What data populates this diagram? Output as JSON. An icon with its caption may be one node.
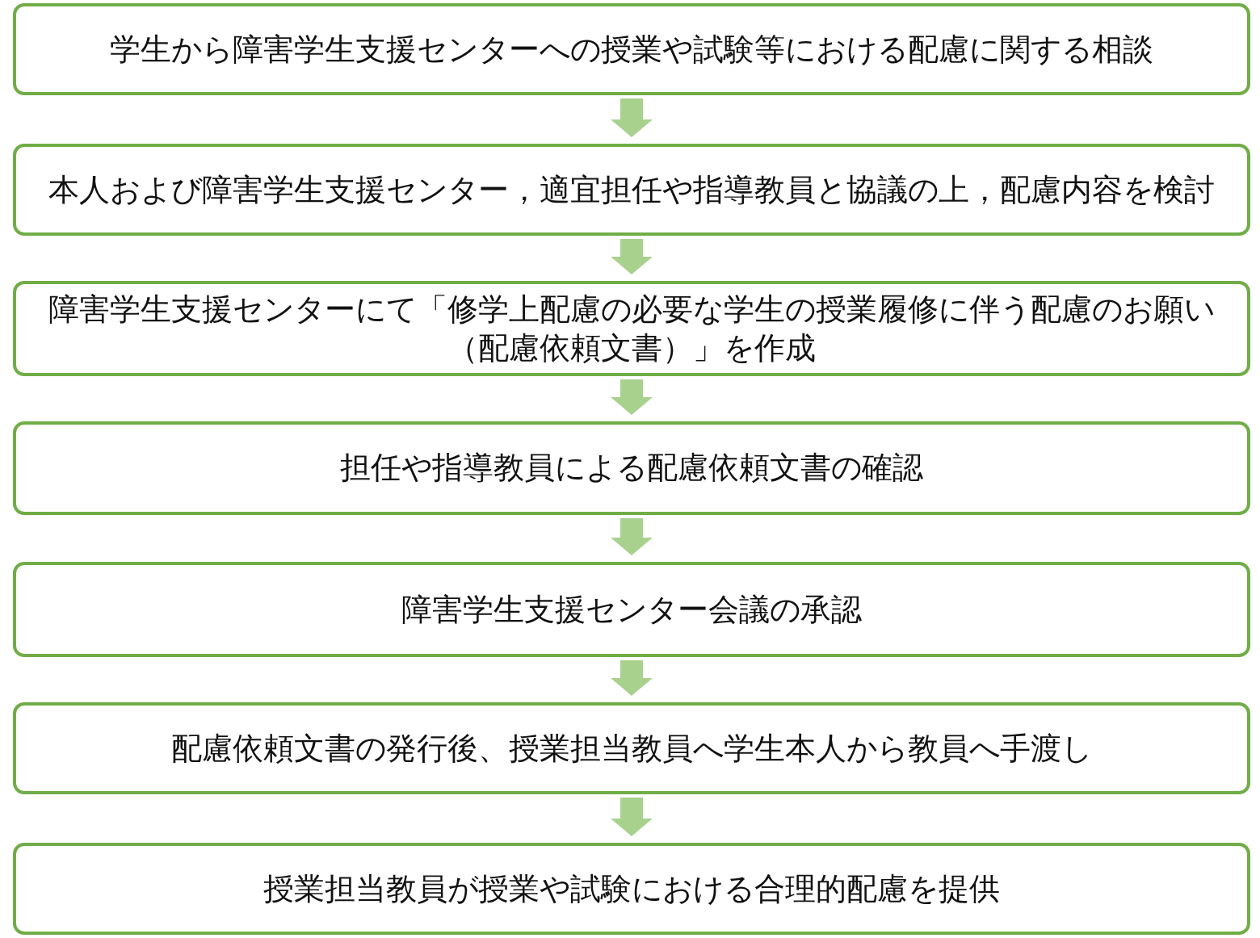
{
  "diagram": {
    "nodes": [
      {
        "text": [
          "学生から障害学生支援センターへの授業や試験等における配慮に関する相談"
        ]
      },
      {
        "text": [
          "本人および障害学生支援センター，適宜担任や指導教員と協議の上，配慮内容を検討"
        ]
      },
      {
        "text": [
          "障害学生支援センターにて「修学上配慮の必要な学生の授業履修に伴う配慮のお願い（配慮依頼文書）」を作成"
        ]
      },
      {
        "text": [
          "担任や指導教員による配慮依頼文書の確認"
        ]
      },
      {
        "text": [
          "障害学生支援センター会議の承認"
        ]
      },
      {
        "text": [
          "配慮依頼文書の発行後、授業担当教員へ学生本人から教員へ手渡し"
        ]
      },
      {
        "text": [
          "授業担当教員が授業や試験における合理的配慮を提供"
        ]
      }
    ],
    "edges": [
      {
        "from": 0,
        "to": 1,
        "arrow": "to"
      },
      {
        "from": 1,
        "to": 2,
        "arrow": "to"
      },
      {
        "from": 2,
        "to": 3,
        "arrow": "to"
      },
      {
        "from": 3,
        "to": 4,
        "arrow": "to"
      },
      {
        "from": 4,
        "to": 5,
        "arrow": "to"
      },
      {
        "from": 5,
        "to": 6,
        "arrow": "to"
      }
    ]
  }
}
